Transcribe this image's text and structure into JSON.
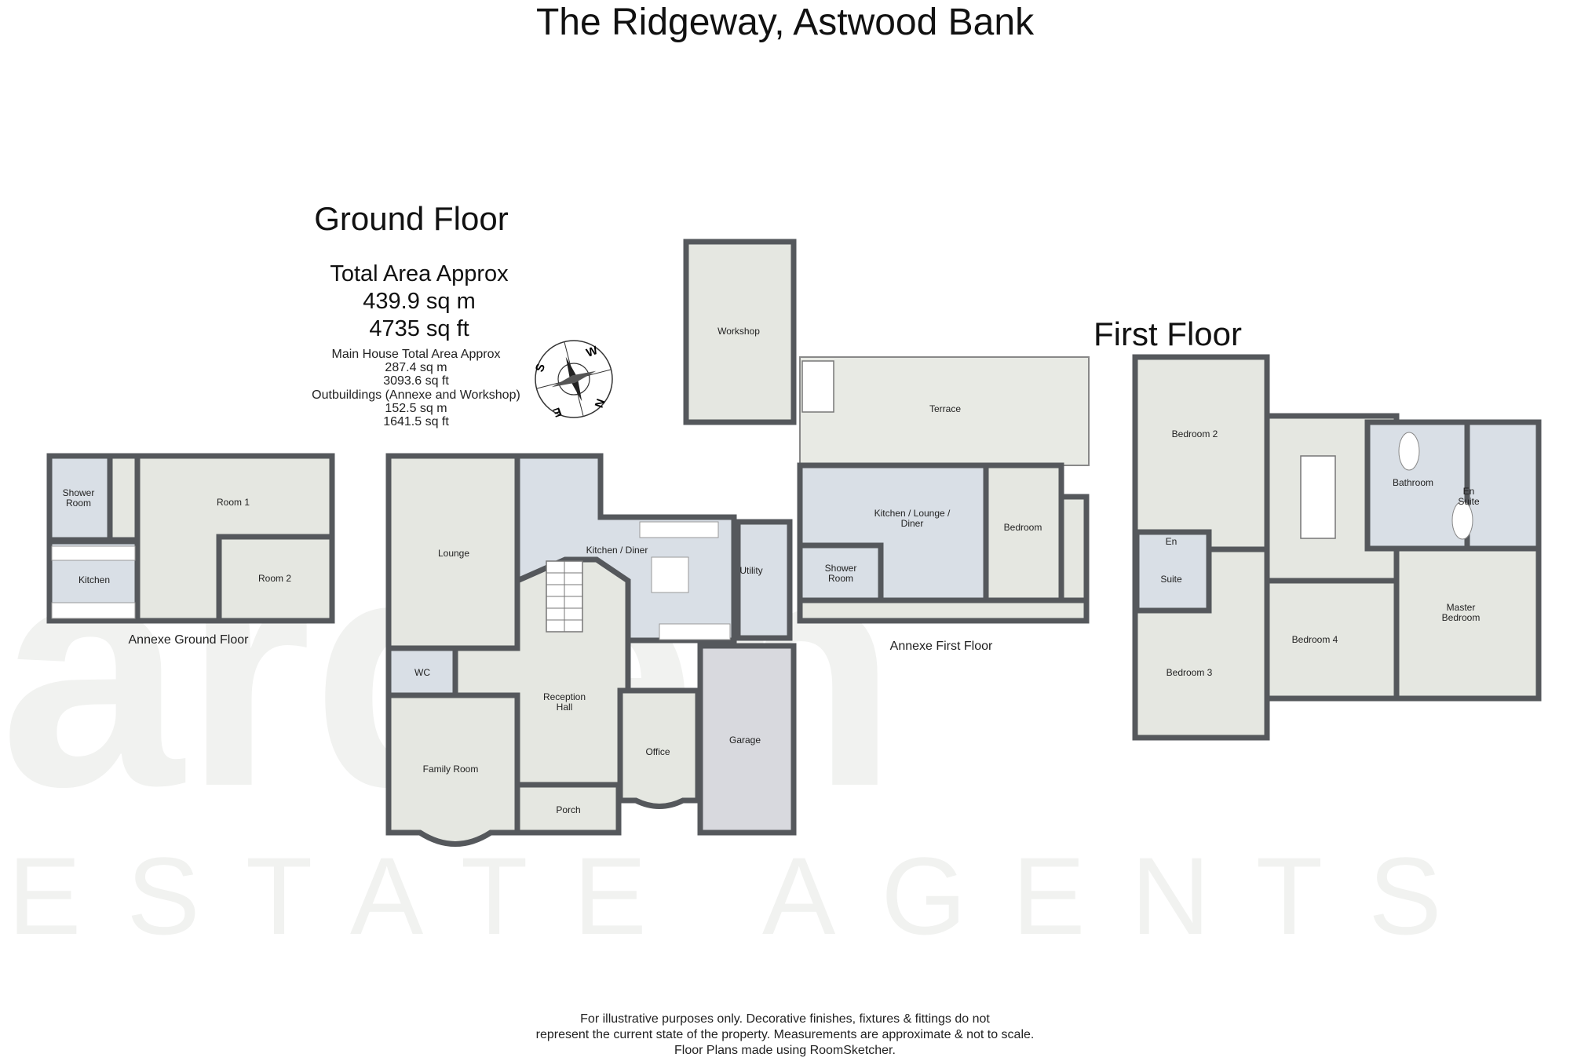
{
  "title": "The Ridgeway, Astwood Bank",
  "watermark": {
    "brand": "arden",
    "tagline": "ESTATE AGENTS"
  },
  "ground_floor": {
    "heading": "Ground Floor",
    "total_label": "Total Area Approx",
    "total_sqm": "439.9 sq m",
    "total_sqft": "4735 sq ft",
    "main_house_label": "Main House Total Area Approx",
    "main_house_sqm": "287.4 sq m",
    "main_house_sqft": "3093.6 sq ft",
    "outbuildings_label": "Outbuildings (Annexe and Workshop)",
    "outbuildings_sqm": "152.5 sq m",
    "outbuildings_sqft": "1641.5 sq ft",
    "compass": {
      "n": "N",
      "s": "S",
      "e": "E",
      "w": "W"
    },
    "rooms": {
      "lounge": "Lounge",
      "kitchen_diner": "Kitchen / Diner",
      "utility": "Utility",
      "wc": "WC",
      "reception_hall_1": "Reception",
      "reception_hall_2": "Hall",
      "family_room": "Family Room",
      "porch": "Porch",
      "office": "Office",
      "garage": "Garage",
      "workshop": "Workshop"
    }
  },
  "annexe_ground_floor": {
    "caption": "Annexe Ground Floor",
    "rooms": {
      "shower_room_1": "Shower",
      "shower_room_2": "Room",
      "kitchen": "Kitchen",
      "room1": "Room 1",
      "room2": "Room 2"
    }
  },
  "annexe_first_floor": {
    "caption": "Annexe First Floor",
    "rooms": {
      "terrace": "Terrace",
      "kld_1": "Kitchen / Lounge /",
      "kld_2": "Diner",
      "bedroom": "Bedroom",
      "shower_room_1": "Shower",
      "shower_room_2": "Room"
    }
  },
  "first_floor": {
    "heading": "First Floor",
    "rooms": {
      "bedroom2": "Bedroom 2",
      "bedroom3": "Bedroom 3",
      "bedroom4": "Bedroom 4",
      "ensuite_small_1": "En",
      "ensuite_small_2": "Suite",
      "bathroom": "Bathroom",
      "ensuite_master_1": "En",
      "ensuite_master_2": "Suite",
      "master_1": "Master",
      "master_2": "Bedroom"
    }
  },
  "footer": {
    "line1": "For illustrative purposes only. Decorative finishes, fixtures & fittings do not",
    "line2": "represent the current state of the property. Measurements are approximate & not to scale.",
    "line3": "Floor Plans made using RoomSketcher."
  },
  "colors": {
    "wall": "#55585c",
    "room": "#e5e7e1",
    "wet_room": "#d9dfe6",
    "garage": "#d8d9de"
  }
}
